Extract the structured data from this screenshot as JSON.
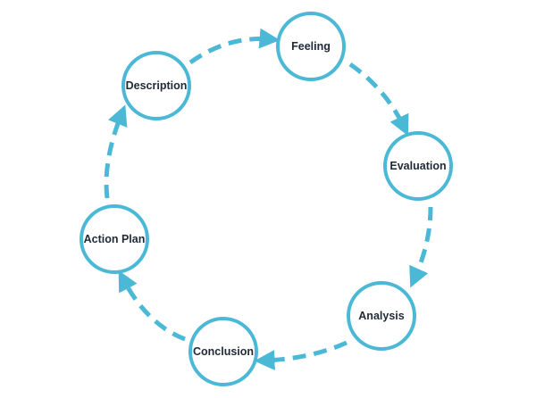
{
  "diagram": {
    "accent_color": "#4bb8d6",
    "text_color": "#1f2937",
    "nodes": [
      {
        "id": "feeling",
        "label": "Feeling"
      },
      {
        "id": "evaluation",
        "label": "Evaluation"
      },
      {
        "id": "analysis",
        "label": "Analysis"
      },
      {
        "id": "conclusion",
        "label": "Conclusion"
      },
      {
        "id": "action-plan",
        "label": "Action Plan"
      },
      {
        "id": "description",
        "label": "Description"
      }
    ],
    "edges": [
      {
        "from": "description",
        "to": "feeling"
      },
      {
        "from": "feeling",
        "to": "evaluation"
      },
      {
        "from": "evaluation",
        "to": "analysis"
      },
      {
        "from": "analysis",
        "to": "conclusion"
      },
      {
        "from": "conclusion",
        "to": "action-plan"
      },
      {
        "from": "action-plan",
        "to": "description"
      }
    ]
  }
}
